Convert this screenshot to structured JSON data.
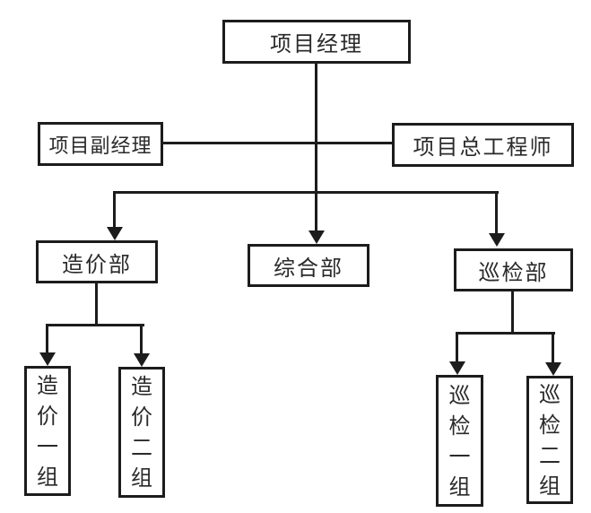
{
  "diagram": {
    "type": "org-chart",
    "nodes": {
      "project_manager": "项目经理",
      "deputy_manager": "项目副经理",
      "chief_engineer": "项目总工程师",
      "cost_dept": "造价部",
      "general_dept": "综合部",
      "inspection_dept": "巡检部",
      "cost_group1": "造价一组",
      "cost_group2": "造价二组",
      "inspection_group1": "巡检一组",
      "inspection_group2": "巡检二组"
    },
    "edges": [
      {
        "from": "项目经理",
        "to": "项目副经理",
        "style": "line"
      },
      {
        "from": "项目经理",
        "to": "项目总工程师",
        "style": "line"
      },
      {
        "from": "项目经理",
        "to": "造价部",
        "style": "arrow"
      },
      {
        "from": "项目经理",
        "to": "综合部",
        "style": "arrow"
      },
      {
        "from": "项目经理",
        "to": "巡检部",
        "style": "arrow"
      },
      {
        "from": "造价部",
        "to": "造价一组",
        "style": "arrow"
      },
      {
        "from": "造价部",
        "to": "造价二组",
        "style": "arrow"
      },
      {
        "from": "巡检部",
        "to": "巡检一组",
        "style": "arrow"
      },
      {
        "from": "巡检部",
        "to": "巡检二组",
        "style": "arrow"
      }
    ],
    "colors": {
      "line": "#1c1c1c",
      "box_background": "#ffffff",
      "page_background": "#ffffff"
    }
  }
}
